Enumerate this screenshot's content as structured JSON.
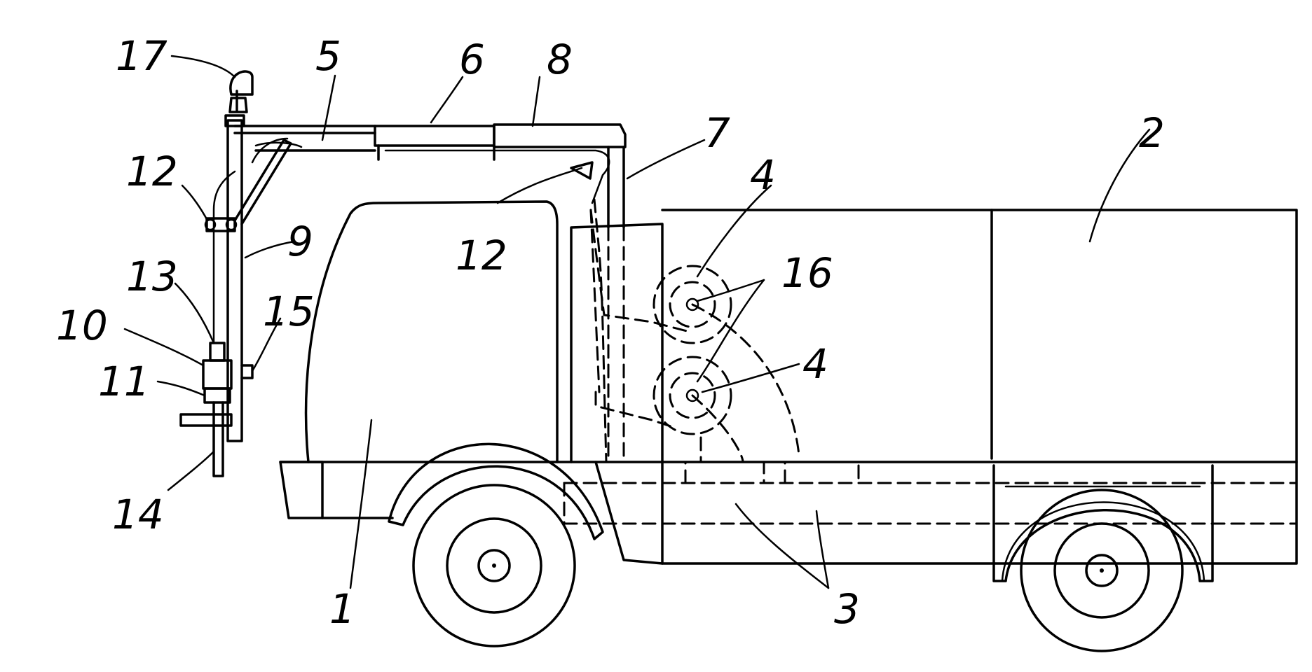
{
  "figure": {
    "reference_numerals": {
      "n1": "1",
      "n2": "2",
      "n3": "3",
      "n4a": "4",
      "n4b": "4",
      "n5": "5",
      "n6": "6",
      "n7": "7",
      "n8": "8",
      "n9": "9",
      "n10": "10",
      "n11": "11",
      "n12a": "12",
      "n12b": "12",
      "n13": "13",
      "n14": "14",
      "n15": "15",
      "n16": "16",
      "n17": "17"
    },
    "line_color": "#000000",
    "background": "#ffffff"
  }
}
